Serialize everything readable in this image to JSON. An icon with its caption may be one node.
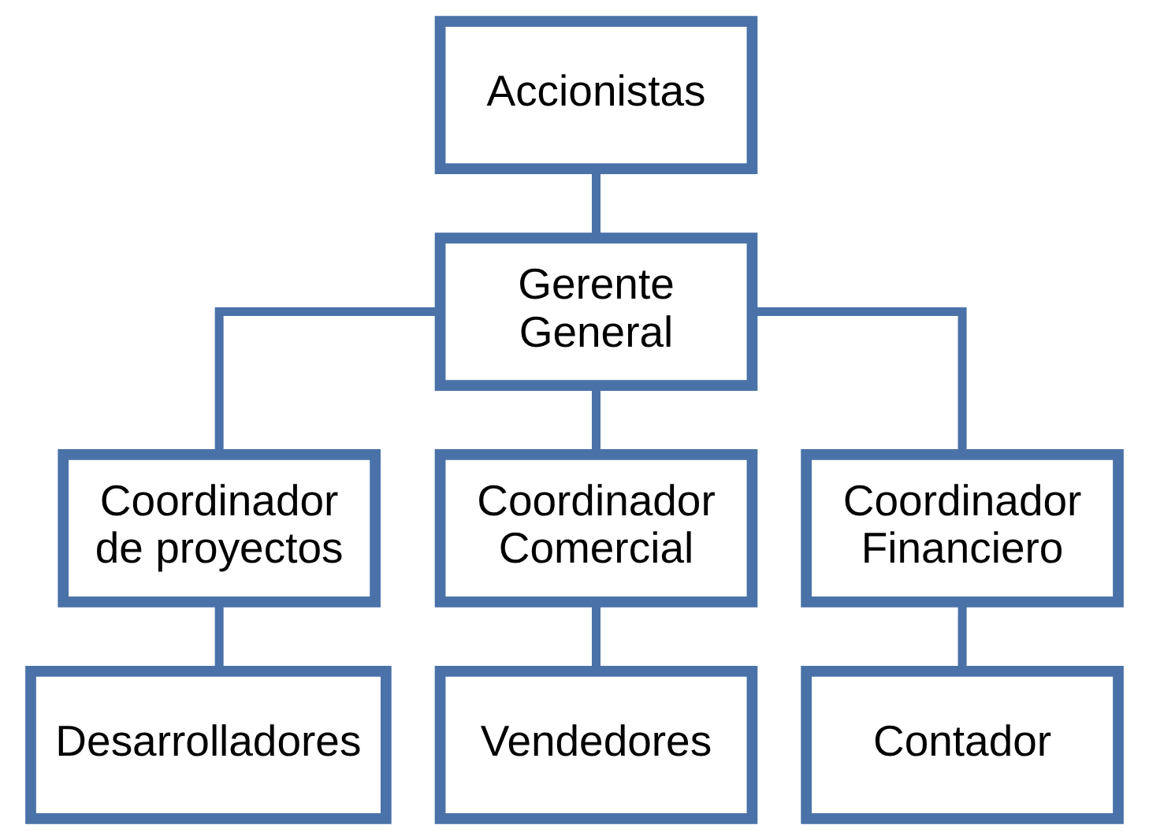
{
  "diagram": {
    "nodes": [
      {
        "text": [
          "Accionistas"
        ]
      },
      {
        "text": [
          "Gerente General"
        ]
      },
      {
        "text": [
          "Coordinador de proyectos"
        ]
      },
      {
        "text": [
          "Coordinador Comercial"
        ]
      },
      {
        "text": [
          "Coordinador Financiero"
        ]
      },
      {
        "text": [
          "Desarrolladores"
        ]
      },
      {
        "text": [
          "Vendedores"
        ]
      },
      {
        "text": [
          "Contador"
        ]
      }
    ],
    "edges": [
      {
        "from": 0,
        "to": 1,
        "arrow": "none"
      },
      {
        "from": 1,
        "to": 2,
        "arrow": "none"
      },
      {
        "from": 1,
        "to": 3,
        "arrow": "none"
      },
      {
        "from": 1,
        "to": 4,
        "arrow": "none"
      },
      {
        "from": 2,
        "to": 5,
        "arrow": "none"
      },
      {
        "from": 3,
        "to": 6,
        "arrow": "none"
      },
      {
        "from": 4,
        "to": 7,
        "arrow": "none"
      }
    ]
  }
}
